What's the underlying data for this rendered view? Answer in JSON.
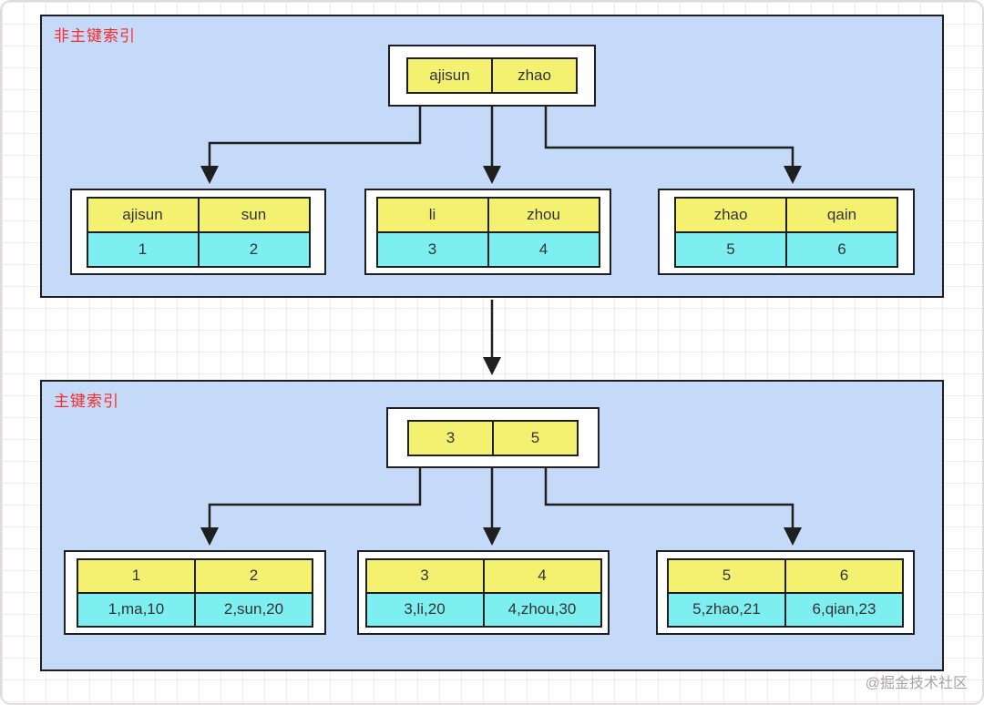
{
  "colors": {
    "panel_background": "#c4daf8",
    "key_cell": "#f5f170",
    "value_cell": "#7deff0",
    "label_red": "#fb2b2b",
    "line": "#1f1f1f"
  },
  "watermark": "@掘金技术社区",
  "panels": [
    {
      "label": "非主键索引",
      "root": {
        "cells": [
          "ajisun",
          "zhao"
        ]
      },
      "leaves": [
        {
          "top": [
            "ajisun",
            "sun"
          ],
          "bottom": [
            "1",
            "2"
          ]
        },
        {
          "top": [
            "li",
            "zhou"
          ],
          "bottom": [
            "3",
            "4"
          ]
        },
        {
          "top": [
            "zhao",
            "qain"
          ],
          "bottom": [
            "5",
            "6"
          ]
        }
      ]
    },
    {
      "label": "主键索引",
      "root": {
        "cells": [
          "3",
          "5"
        ]
      },
      "leaves": [
        {
          "top": [
            "1",
            "2"
          ],
          "bottom": [
            "1,ma,10",
            "2,sun,20"
          ]
        },
        {
          "top": [
            "3",
            "4"
          ],
          "bottom": [
            "3,li,20",
            "4,zhou,30"
          ]
        },
        {
          "top": [
            "5",
            "6"
          ],
          "bottom": [
            "5,zhao,21",
            "6,qian,23"
          ]
        }
      ]
    }
  ]
}
